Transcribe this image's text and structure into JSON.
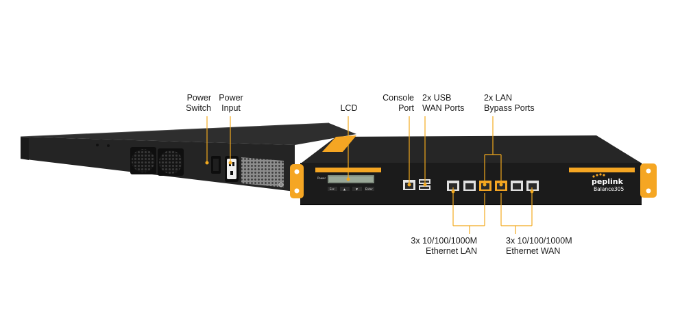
{
  "brand": {
    "name": "peplink",
    "model": "Balance305"
  },
  "front_panel": {
    "power_label": "Power",
    "buttons": [
      "Esc",
      "▲",
      "▼",
      "Enter"
    ]
  },
  "callouts": {
    "power_switch": [
      "Power",
      "Switch"
    ],
    "power_input": [
      "Power",
      "Input"
    ],
    "lcd": [
      "LCD"
    ],
    "console_port": [
      "Console",
      "Port"
    ],
    "usb_wan": [
      "2x USB",
      "WAN Ports"
    ],
    "lan_bypass": [
      "2x LAN",
      "Bypass Ports"
    ],
    "ethernet_lan": [
      "3x 10/100/1000M",
      "Ethernet LAN"
    ],
    "ethernet_wan": [
      "3x 10/100/1000M",
      "Ethernet WAN"
    ]
  },
  "colors": {
    "accent": "#f5a623",
    "chassis": "#1c1c1c",
    "leader_line": "#f2a91e"
  }
}
